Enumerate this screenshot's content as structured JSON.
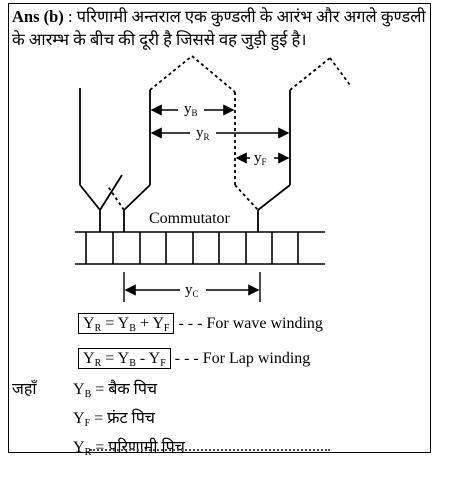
{
  "answer": {
    "label": "Ans (b)",
    "text": ": परिणामी अन्तराल एक कुण्डली के आरंभ और अगले कुण्डली के आरम्भ के बीच की दूरी है जिससे वह जुड़ी हुई है।"
  },
  "diagram": {
    "commutator_label": "Commutator",
    "yb": "y",
    "yb_sub": "B",
    "yr": "y",
    "yr_sub": "R",
    "yf": "y",
    "yf_sub": "F",
    "yc": "y",
    "yc_sub": "C"
  },
  "equations": {
    "wave": {
      "lhs": "Y",
      "lhs_sub": "R",
      "a": "Y",
      "a_sub": "B",
      "op": "+",
      "b": "Y",
      "b_sub": "F",
      "note": "- - - For wave winding"
    },
    "lap": {
      "lhs": "Y",
      "lhs_sub": "R",
      "a": "Y",
      "a_sub": "B",
      "op": "-",
      "b": "Y",
      "b_sub": "F",
      "note": "- - - For Lap winding"
    }
  },
  "definitions": {
    "where": "जहाँ",
    "items": [
      {
        "sym": "Y",
        "sub": "B",
        "text": "= बैक पिच"
      },
      {
        "sym": "Y",
        "sub": "F",
        "text": "= फ्रंट पिच"
      },
      {
        "sym": "Y",
        "sub": "R",
        "text": "= परिणामी पिच"
      }
    ]
  }
}
